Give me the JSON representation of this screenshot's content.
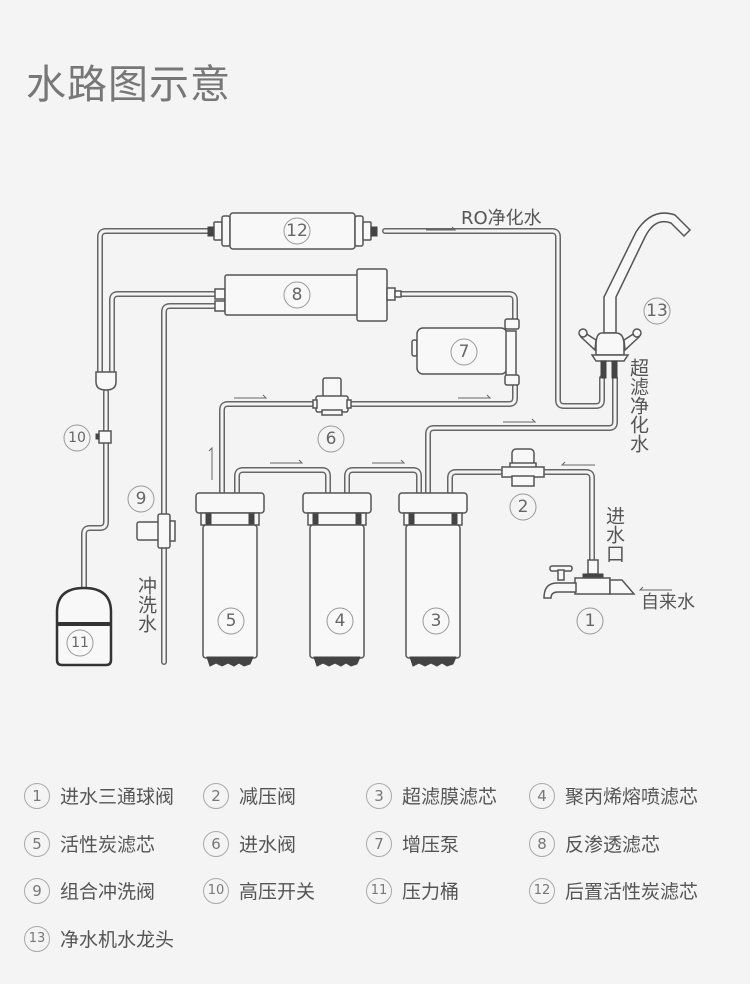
{
  "title": "水路图示意",
  "diagram": {
    "flow_labels": {
      "ro_water": "RO净化水",
      "uf_water": "超滤净化水",
      "inlet": "进水口",
      "tap_water": "自来水",
      "flush_water": "冲洗水"
    },
    "component_numbers": {
      "c1": "1",
      "c2": "2",
      "c3": "3",
      "c4": "4",
      "c5": "5",
      "c6": "6",
      "c7": "7",
      "c8": "8",
      "c9": "9",
      "c10": "10",
      "c11": "11",
      "c12": "12",
      "c13": "13"
    }
  },
  "legend": [
    {
      "num": "1",
      "label": "进水三通球阀"
    },
    {
      "num": "2",
      "label": "减压阀"
    },
    {
      "num": "3",
      "label": "超滤膜滤芯"
    },
    {
      "num": "4",
      "label": "聚丙烯熔喷滤芯"
    },
    {
      "num": "5",
      "label": "活性炭滤芯"
    },
    {
      "num": "6",
      "label": "进水阀"
    },
    {
      "num": "7",
      "label": "增压泵"
    },
    {
      "num": "8",
      "label": "反渗透滤芯"
    },
    {
      "num": "9",
      "label": "组合冲洗阀"
    },
    {
      "num": "10",
      "label": "高压开关"
    },
    {
      "num": "11",
      "label": "压力桶"
    },
    {
      "num": "12",
      "label": "后置活性炭滤芯"
    },
    {
      "num": "13",
      "label": "净水机水龙头"
    }
  ],
  "colors": {
    "background": "#f4f4f4",
    "line": "#555555",
    "text": "#555555"
  }
}
